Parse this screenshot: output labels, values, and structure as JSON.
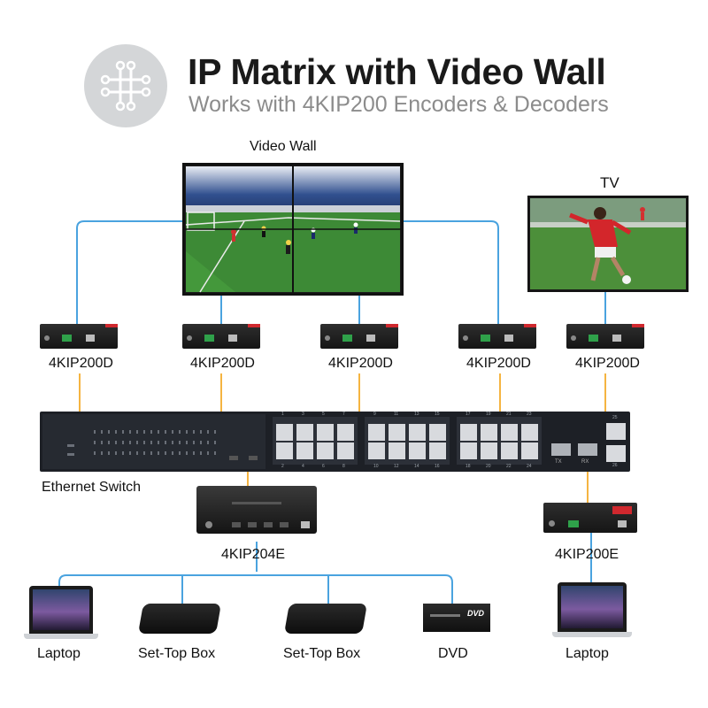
{
  "header": {
    "title": "IP Matrix with Video Wall",
    "subtitle": "Works with 4KIP200 Encoders & Decoders"
  },
  "labels": {
    "video_wall": "Video Wall",
    "tv": "TV",
    "decoder": "4KIP200D",
    "ethernet_switch": "Ethernet Switch",
    "encoder_multi": "4KIP204E",
    "encoder_single": "4KIP200E",
    "laptop": "Laptop",
    "set_top_box": "Set-Top Box",
    "dvd": "DVD"
  },
  "switch": {
    "port_numbers_top": [
      "1",
      "3",
      "5",
      "7",
      "9",
      "11",
      "13",
      "15",
      "17",
      "19",
      "21",
      "23",
      "25"
    ],
    "port_numbers_bottom": [
      "2",
      "4",
      "6",
      "8",
      "10",
      "12",
      "14",
      "16",
      "18",
      "20",
      "22",
      "24",
      "26"
    ],
    "sfp_labels": [
      "TX",
      "RX"
    ]
  },
  "dvd_logo": "DVD",
  "colors": {
    "hdmi_line": "#4aa3df",
    "ethernet_line": "#f5b441",
    "device_dark": "#1e1e1e",
    "accent_red": "#d0282e",
    "title_text": "#1a1a1a",
    "subtitle_text": "#8c8c8c",
    "logo_circle": "#d4d6d8"
  }
}
